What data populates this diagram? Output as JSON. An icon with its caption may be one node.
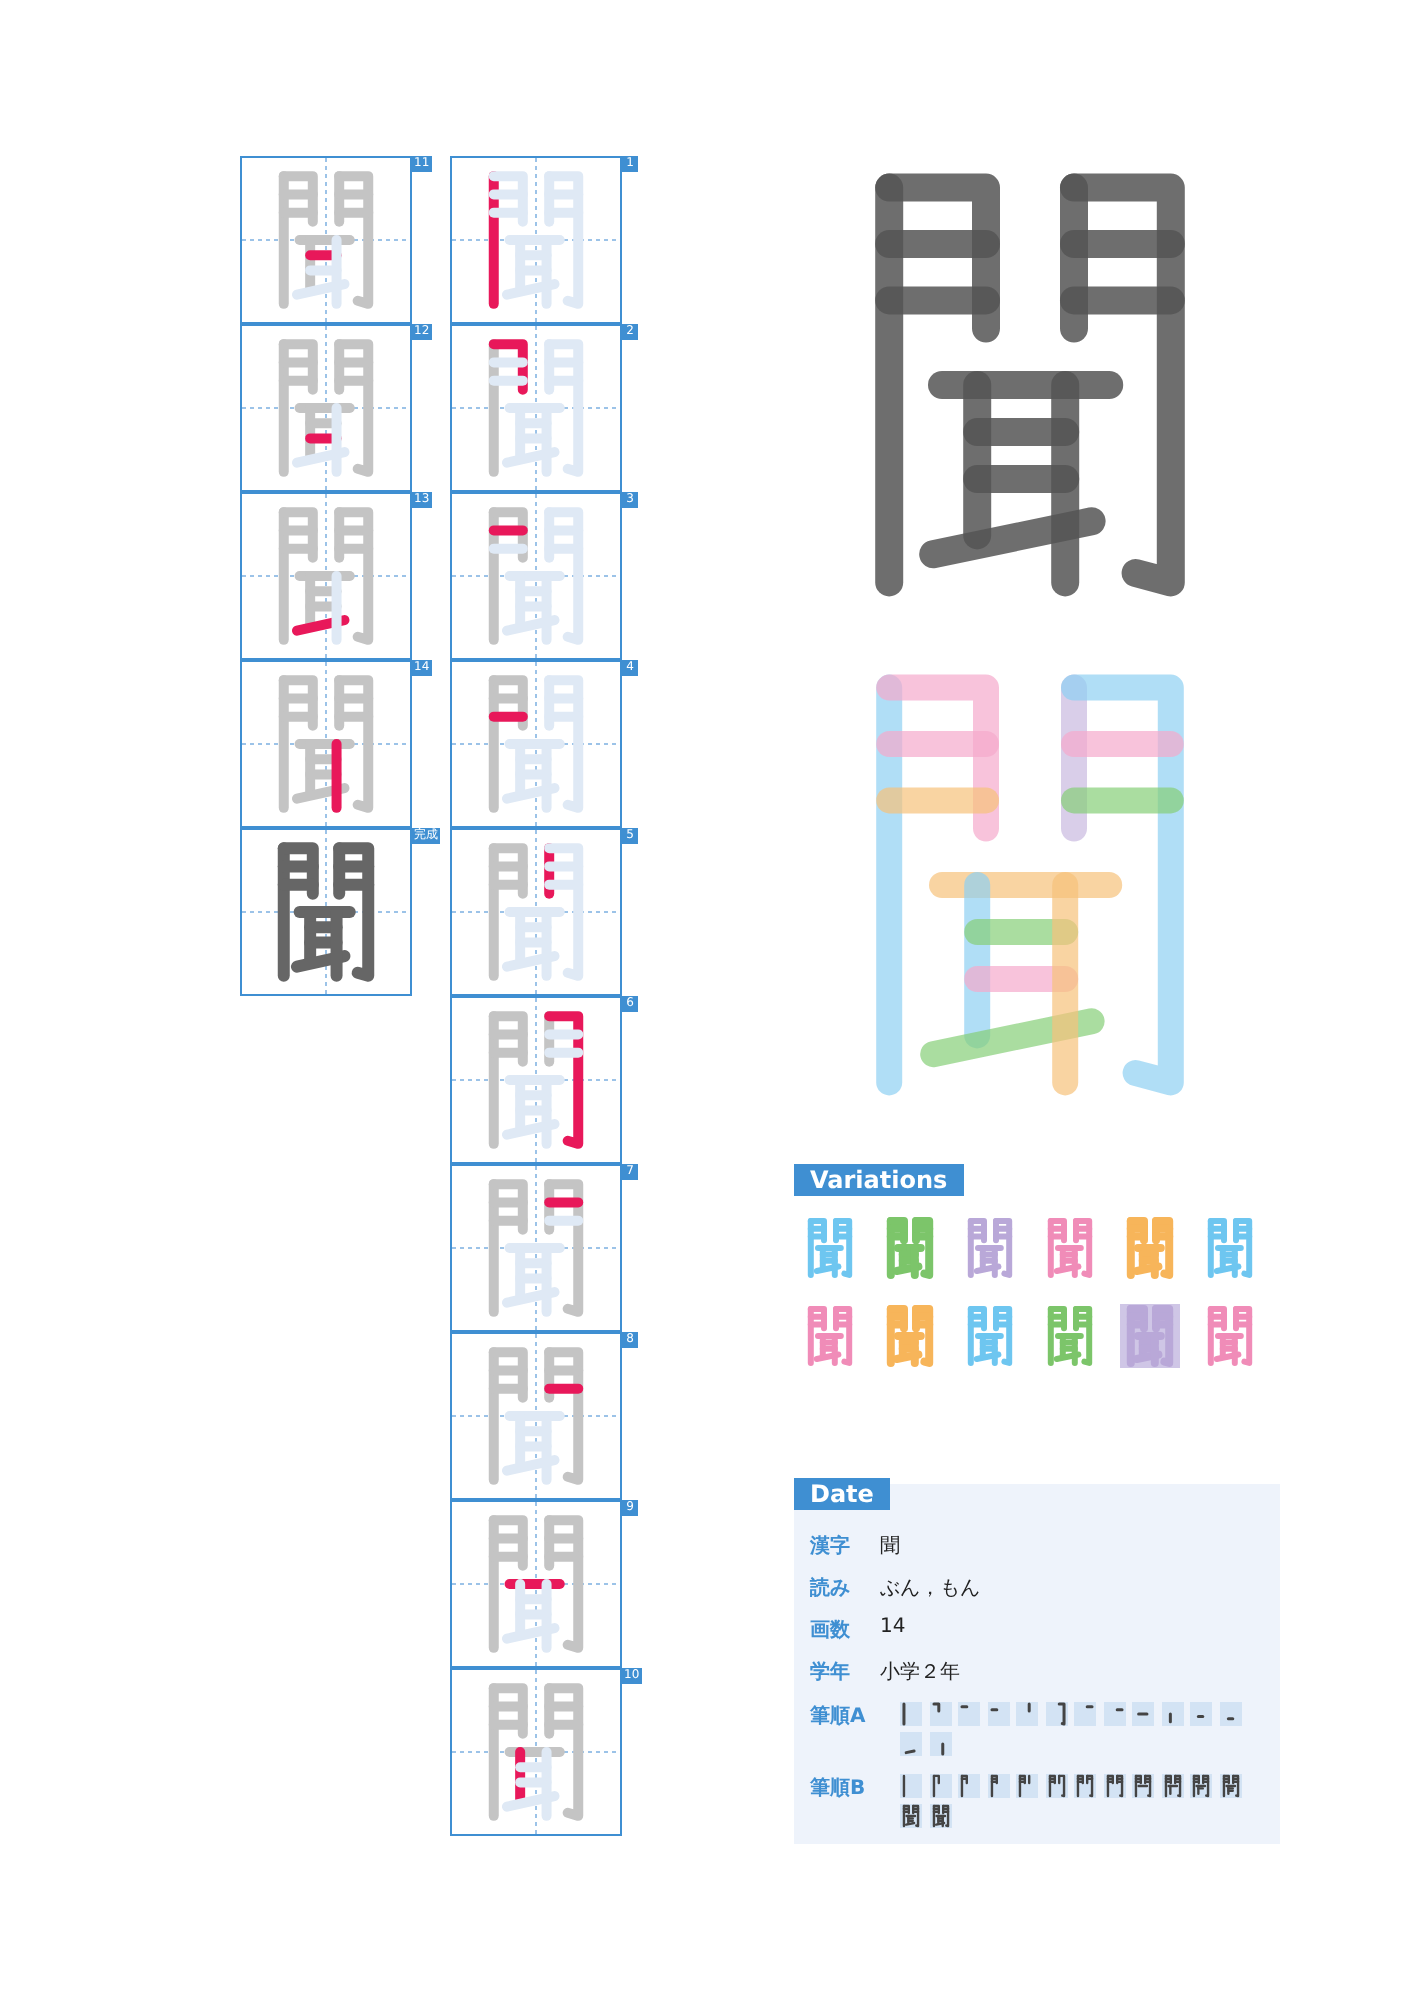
{
  "diagram": {
    "labels": [
      "11",
      "12",
      "13",
      "14",
      "完成",
      "1",
      "2",
      "3",
      "4",
      "5",
      "6",
      "7",
      "8",
      "9",
      "10",
      "Variations",
      "Date",
      "漢字",
      "聞",
      "読み",
      "ぶん，もん",
      "画数",
      "14",
      "学年",
      "小学２年",
      "筆順A",
      "筆順B"
    ]
  }
}
